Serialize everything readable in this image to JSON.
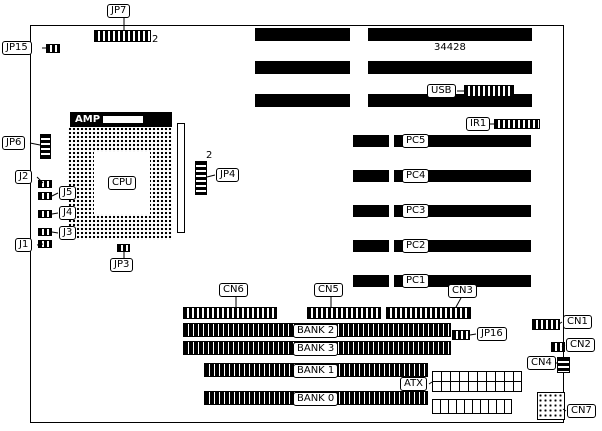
{
  "part_number": "34428",
  "pin_markers": {
    "jp7": "2",
    "jp4": "2"
  },
  "callouts": {
    "jp7": "JP7",
    "jp15": "JP15",
    "jp6": "JP6",
    "j2": "J2",
    "j5": "J5",
    "j4": "J4",
    "j3": "J3",
    "j1": "J1",
    "jp3": "JP3",
    "jp4": "JP4",
    "amp": "AMP",
    "cpu": "CPU",
    "usb": "USB",
    "ir1": "IR1",
    "pc5": "PC5",
    "pc4": "PC4",
    "pc3": "PC3",
    "pc2": "PC2",
    "pc1": "PC1",
    "cn6": "CN6",
    "cn5": "CN5",
    "cn3": "CN3",
    "cn1": "CN1",
    "cn2": "CN2",
    "cn4": "CN4",
    "cn7": "CN7",
    "jp16": "JP16",
    "atx": "ATX",
    "bank2": "BANK 2",
    "bank3": "BANK 3",
    "bank1": "BANK 1",
    "bank0": "BANK 0"
  }
}
